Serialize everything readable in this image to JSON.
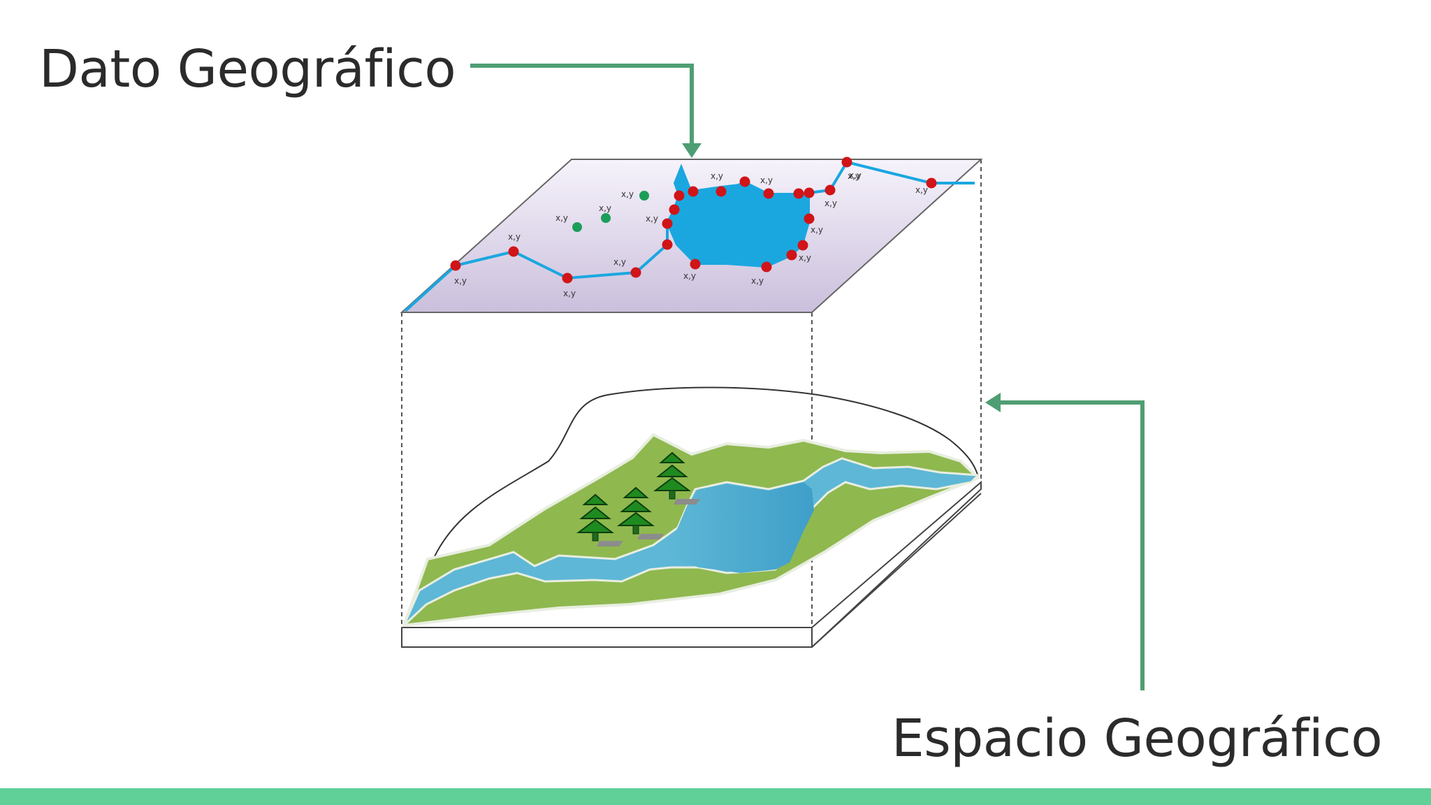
{
  "labels": {
    "data": "Dato Geográfico",
    "space": "Espacio Geográfico"
  },
  "vertex_label": "x,y",
  "colors": {
    "arrow": "#4f9e73",
    "footer": "#60cf98",
    "water": "#1aa7e0",
    "land": "#8fb84f",
    "vertex": "#d01418",
    "point": "#1b9e5a"
  }
}
